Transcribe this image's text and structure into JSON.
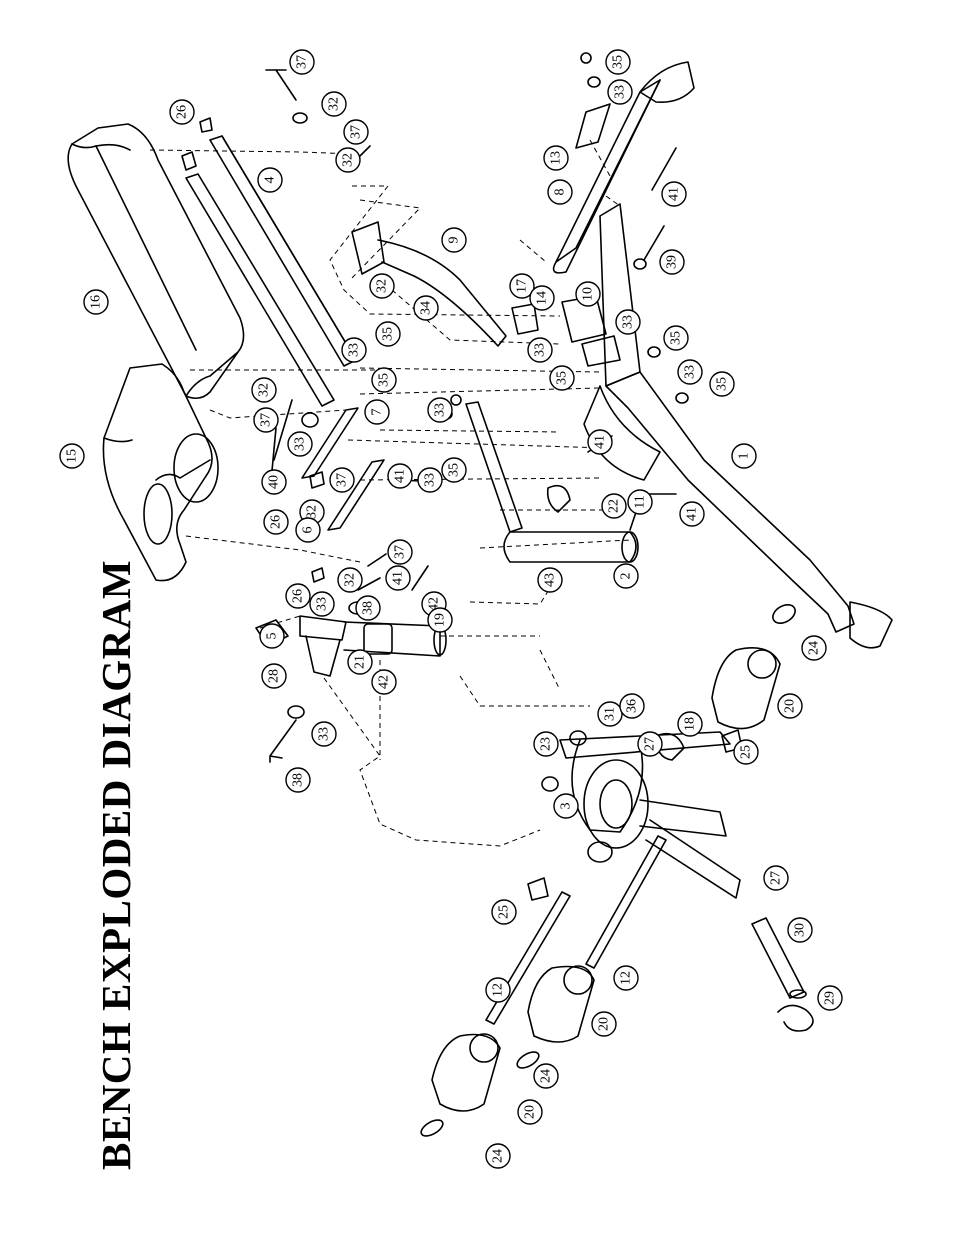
{
  "title": "BENCH EXPLODED DIAGRAM",
  "callouts": [
    {
      "label": "37"
    },
    {
      "label": "35"
    },
    {
      "label": "32"
    },
    {
      "label": "33"
    },
    {
      "label": "26"
    },
    {
      "label": "37"
    },
    {
      "label": "13"
    },
    {
      "label": "32"
    },
    {
      "label": "4"
    },
    {
      "label": "8"
    },
    {
      "label": "41"
    },
    {
      "label": "9"
    },
    {
      "label": "39"
    },
    {
      "label": "16"
    },
    {
      "label": "17"
    },
    {
      "label": "10"
    },
    {
      "label": "14"
    },
    {
      "label": "32"
    },
    {
      "label": "34"
    },
    {
      "label": "33"
    },
    {
      "label": "35"
    },
    {
      "label": "33"
    },
    {
      "label": "33"
    },
    {
      "label": "35"
    },
    {
      "label": "35"
    },
    {
      "label": "33"
    },
    {
      "label": "32"
    },
    {
      "label": "35"
    },
    {
      "label": "35"
    },
    {
      "label": "33"
    },
    {
      "label": "15"
    },
    {
      "label": "37"
    },
    {
      "label": "33"
    },
    {
      "label": "7"
    },
    {
      "label": "41"
    },
    {
      "label": "40"
    },
    {
      "label": "35"
    },
    {
      "label": "1"
    },
    {
      "label": "37"
    },
    {
      "label": "41"
    },
    {
      "label": "33"
    },
    {
      "label": "26"
    },
    {
      "label": "32"
    },
    {
      "label": "6"
    },
    {
      "label": "11"
    },
    {
      "label": "22"
    },
    {
      "label": "41"
    },
    {
      "label": "37"
    },
    {
      "label": "2"
    },
    {
      "label": "43"
    },
    {
      "label": "41"
    },
    {
      "label": "26"
    },
    {
      "label": "32"
    },
    {
      "label": "38"
    },
    {
      "label": "33"
    },
    {
      "label": "42"
    },
    {
      "label": "19"
    },
    {
      "label": "5"
    },
    {
      "label": "28"
    },
    {
      "label": "21"
    },
    {
      "label": "42"
    },
    {
      "label": "24"
    },
    {
      "label": "33"
    },
    {
      "label": "20"
    },
    {
      "label": "38"
    },
    {
      "label": "31"
    },
    {
      "label": "36"
    },
    {
      "label": "23"
    },
    {
      "label": "18"
    },
    {
      "label": "27"
    },
    {
      "label": "25"
    },
    {
      "label": "3"
    },
    {
      "label": "27"
    },
    {
      "label": "25"
    },
    {
      "label": "30"
    },
    {
      "label": "12"
    },
    {
      "label": "12"
    },
    {
      "label": "20"
    },
    {
      "label": "29"
    },
    {
      "label": "24"
    },
    {
      "label": "20"
    },
    {
      "label": "24"
    }
  ]
}
